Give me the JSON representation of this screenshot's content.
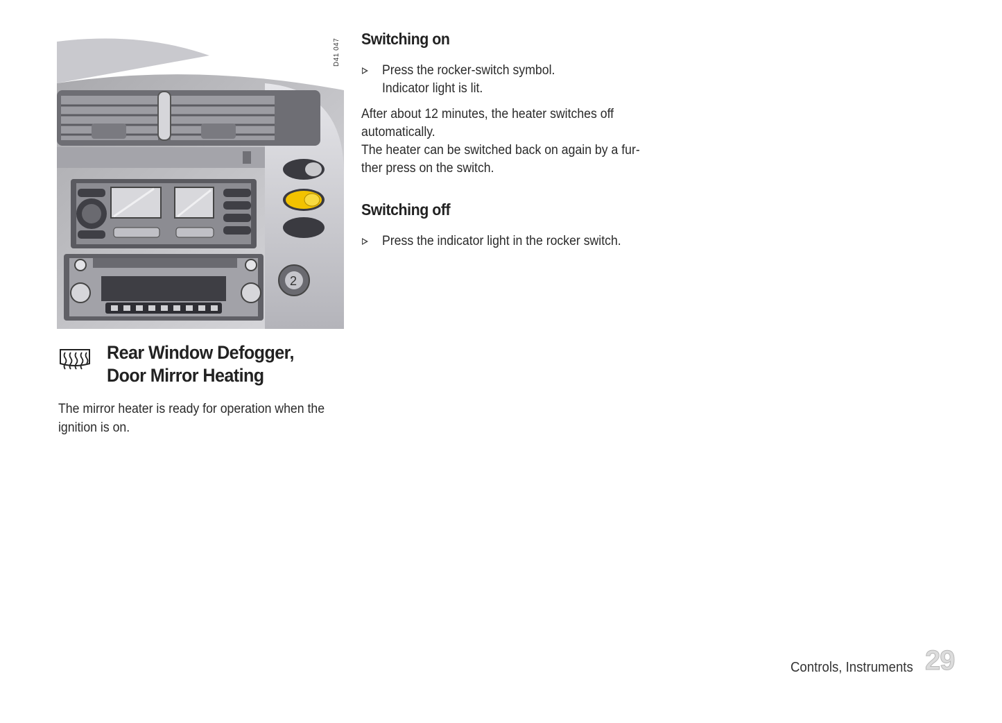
{
  "figure": {
    "code": "D41 047",
    "colors": {
      "panel": "#c8c8cc",
      "indicator": "#f2c200"
    }
  },
  "heading": {
    "icon": "rear-window-defogger-icon",
    "title_line1": "Rear Window Defogger,",
    "title_line2": "Door Mirror Heating"
  },
  "intro": {
    "line1": "The mirror heater is ready for operation when the",
    "line2": "ignition is on."
  },
  "switching_on": {
    "title": "Switching on",
    "step_line1": "Press the rocker-switch symbol.",
    "step_line2": "Indicator light is lit.",
    "para1_line1": "After about 12 minutes, the heater switches off",
    "para1_line2": "automatically.",
    "para2_line1": "The heater can be switched back on again by a fur-",
    "para2_line2": "ther press on the switch."
  },
  "switching_off": {
    "title": "Switching off",
    "step_line1": "Press the indicator light in the rocker switch."
  },
  "footer": {
    "section": "Controls, Instruments",
    "page": "29"
  }
}
